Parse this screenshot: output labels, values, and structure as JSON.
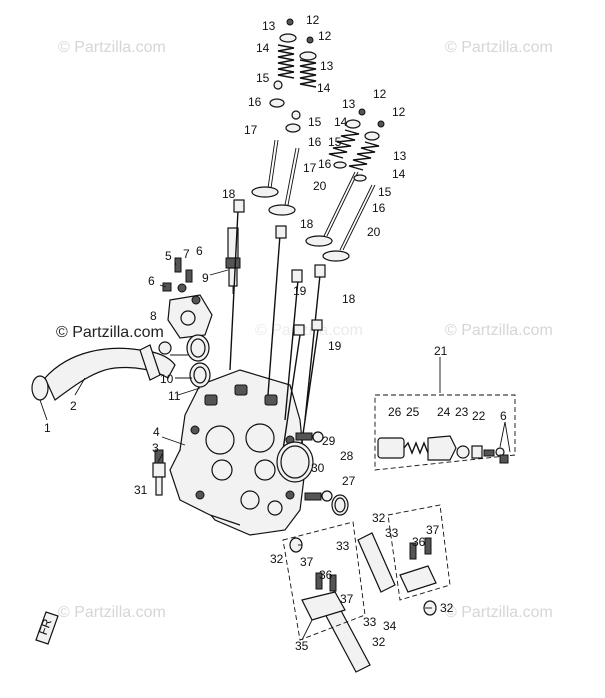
{
  "watermarks": [
    {
      "text": "© Partzilla.com"
    },
    {
      "text": "© Partzilla.com"
    },
    {
      "text": "© Partzilla.com"
    },
    {
      "text": "© Partzilla.com"
    },
    {
      "text": "© Partzilla.com"
    },
    {
      "text": "© Partzilla.com"
    },
    {
      "text": "© Partzilla.com"
    }
  ],
  "callouts": [
    "1",
    "2",
    "3",
    "4",
    "5",
    "6",
    "6",
    "6",
    "7",
    "8",
    "9",
    "10",
    "11",
    "12",
    "12",
    "12",
    "12",
    "13",
    "13",
    "13",
    "13",
    "14",
    "14",
    "14",
    "14",
    "15",
    "15",
    "15",
    "15",
    "16",
    "16",
    "16",
    "16",
    "17",
    "17",
    "18",
    "18",
    "18",
    "19",
    "19",
    "20",
    "20",
    "21",
    "22",
    "23",
    "24",
    "25",
    "26",
    "27",
    "28",
    "29",
    "30",
    "31",
    "32",
    "32",
    "32",
    "32",
    "33",
    "33",
    "33",
    "34",
    "35",
    "36",
    "36",
    "37",
    "37",
    "37"
  ],
  "icons": {
    "front_arrow": "fr-arrow-icon"
  },
  "colors": {
    "ink": "#111111",
    "watermark": "#d6d6d6"
  }
}
